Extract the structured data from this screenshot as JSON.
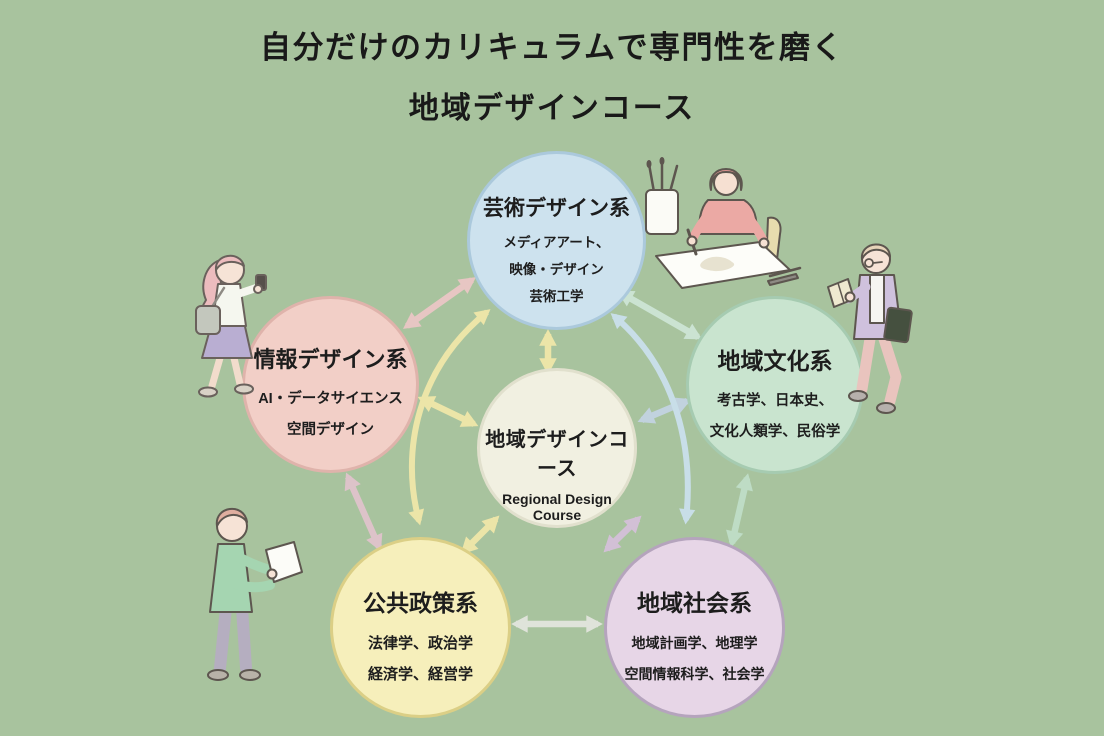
{
  "title": {
    "line1": "自分だけのカリキュラムで専門性を磨く",
    "line2": "地域デザインコース"
  },
  "center_circle": {
    "title": "地域デザインコース",
    "subtitle": "Regional Design Course",
    "fill": "#f1f0e1",
    "border": "#e1e0cd"
  },
  "fields": [
    {
      "id": "art-design",
      "title": "芸術デザイン系",
      "lines": [
        "メディアアート、",
        "映像・デザイン",
        "芸術工学"
      ],
      "fill": "#cde2ee",
      "border": "#abc9dc"
    },
    {
      "id": "info-design",
      "title": "情報デザイン系",
      "lines": [
        "AI・データサイエンス",
        "空間デザイン"
      ],
      "fill": "#f2cfc7",
      "border": "#dfb3ab"
    },
    {
      "id": "regional-culture",
      "title": "地域文化系",
      "lines": [
        "考古学、日本史、",
        "文化人類学、民俗学"
      ],
      "fill": "#c9e4cf",
      "border": "#a6cbb1"
    },
    {
      "id": "public-policy",
      "title": "公共政策系",
      "lines": [
        "法律学、政治学",
        "経済学、経営学"
      ],
      "fill": "#f6efbb",
      "border": "#dbcf86"
    },
    {
      "id": "regional-society",
      "title": "地域社会系",
      "lines": [
        "地域計画学、地理学",
        "空間情報科学、社会学"
      ],
      "fill": "#e7d6e7",
      "border": "#b5a4bd"
    }
  ],
  "colors": {
    "background": "#a8c39e",
    "text": "#1d1d1d",
    "arrow_yellow": "#ece5a8",
    "arrow_pink": "#e7c6c3",
    "arrow_mauve": "#ddc3c9",
    "arrow_pale_green": "#cbe3d2",
    "arrow_green": "#bedcc5",
    "arrow_white_gray": "#dfe3da",
    "arrow_blue_gray": "#c1d2de",
    "arrow_purple": "#d2c0d6",
    "arrow_pale_blue": "#c8dee8"
  },
  "illustrations": [
    "woman-walking-with-phone",
    "woman-drawing-at-desk",
    "student-reading-while-walking",
    "man-holding-tablet"
  ]
}
